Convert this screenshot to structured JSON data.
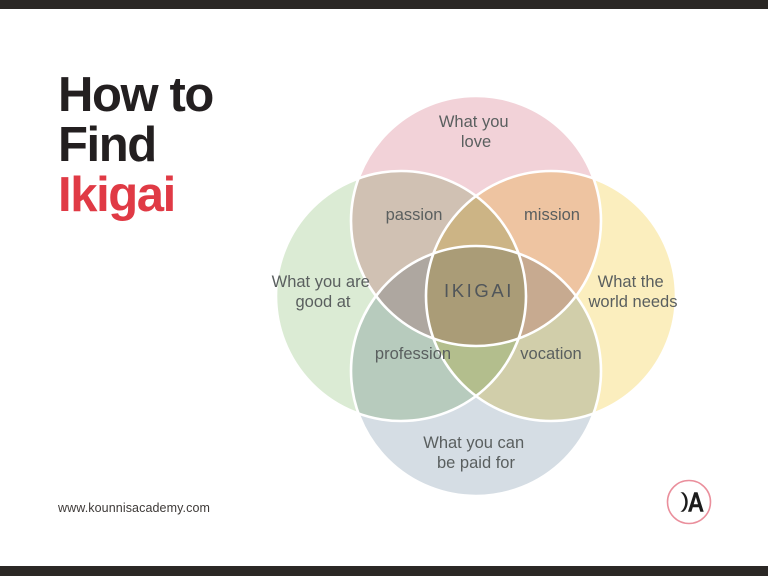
{
  "slide": {
    "title_lines": [
      "How to",
      "Find",
      "Ikigai"
    ],
    "accent_line_index": 2,
    "footer_url": "www.kounnisacademy.com",
    "colors": {
      "accent_red": "#e03a45",
      "title_dark": "#231f20",
      "bar_dark": "#2b2825",
      "label_gray": "#5a5f5f",
      "background": "#ffffff"
    }
  },
  "diagram": {
    "type": "venn-4-circle",
    "core_label": "IKIGAI",
    "circles": [
      {
        "id": "love",
        "label": "What you\nlove",
        "label_line1": "What you",
        "label_line2": "love",
        "color": "#f2d2d8",
        "position": "top"
      },
      {
        "id": "good-at",
        "label": "What you are\ngood at",
        "label_line1": "What you are",
        "label_line2": "good at",
        "color": "#dbebd4",
        "position": "left"
      },
      {
        "id": "needs",
        "label": "What the\nworld needs",
        "label_line1": "What the",
        "label_line2": "world needs",
        "color": "#fbeebe",
        "position": "right"
      },
      {
        "id": "paid-for",
        "label": "What you can\nbe paid for",
        "label_line1": "What you can",
        "label_line2": "be paid for",
        "color": "#d5dde4",
        "position": "bottom"
      }
    ],
    "intersections": [
      {
        "id": "passion",
        "label": "passion",
        "between": [
          "love",
          "good-at"
        ]
      },
      {
        "id": "mission",
        "label": "mission",
        "between": [
          "love",
          "needs"
        ]
      },
      {
        "id": "profession",
        "label": "profession",
        "between": [
          "good-at",
          "paid-for"
        ]
      },
      {
        "id": "vocation",
        "label": "vocation",
        "between": [
          "needs",
          "paid-for"
        ]
      }
    ]
  },
  "logo": {
    "monogram": ")A",
    "ring_color": "#ea8f9c",
    "mark_color": "#1c1c1c"
  }
}
